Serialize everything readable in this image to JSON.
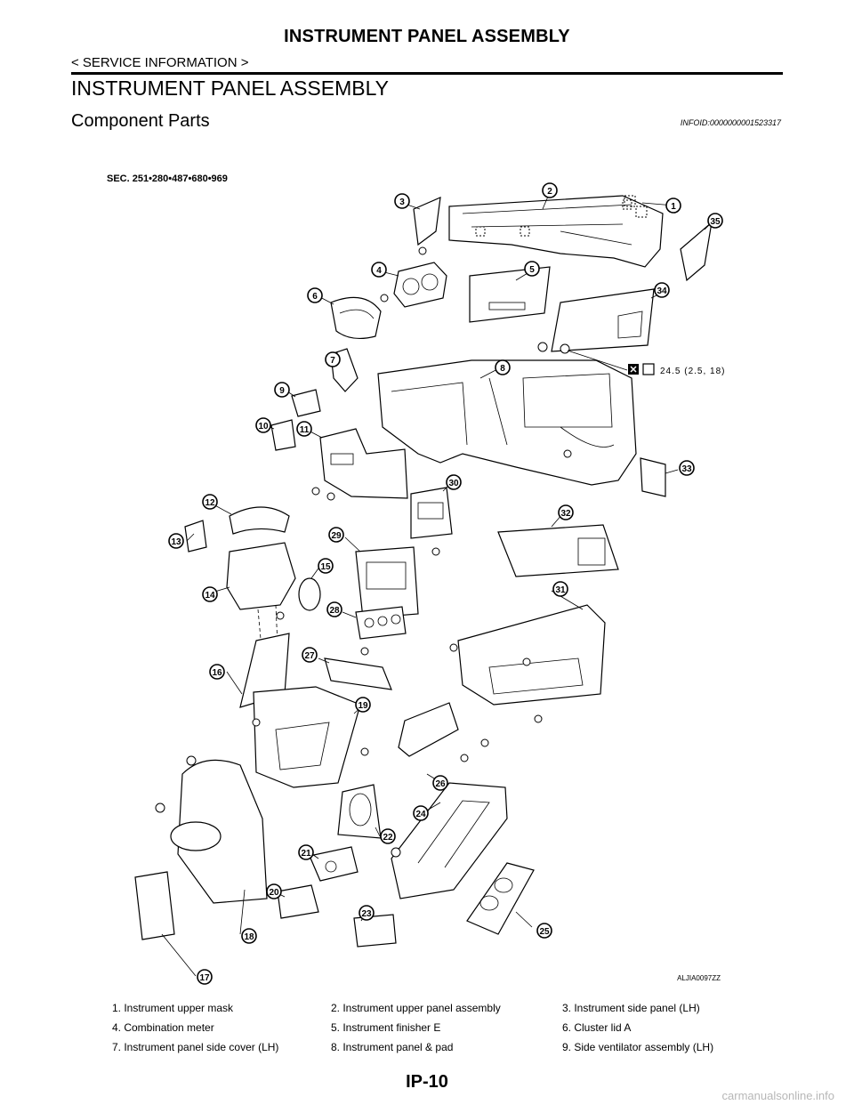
{
  "header": {
    "doc_title": "INSTRUMENT PANEL ASSEMBLY",
    "breadcrumb": "< SERVICE INFORMATION >"
  },
  "section": {
    "title": "INSTRUMENT PANEL ASSEMBLY",
    "subtitle": "Component Parts",
    "info_id": "INFOID:0000000001523317"
  },
  "diagram": {
    "sec_label": "SEC. 251•280•487•680•969",
    "torque_spec": "24.5 (2.5, 18)",
    "figure_code": "ALJIA0097ZZ",
    "callouts": [
      "1",
      "2",
      "3",
      "4",
      "5",
      "6",
      "7",
      "8",
      "9",
      "10",
      "11",
      "12",
      "13",
      "14",
      "15",
      "16",
      "17",
      "18",
      "19",
      "20",
      "21",
      "22",
      "23",
      "24",
      "25",
      "26",
      "27",
      "28",
      "29",
      "30",
      "31",
      "32",
      "33",
      "34",
      "35"
    ]
  },
  "legend": [
    [
      "1.    Instrument upper mask",
      "2.    Instrument upper panel assembly",
      "3.    Instrument side panel (LH)"
    ],
    [
      "4.    Combination meter",
      "5.    Instrument finisher E",
      "6.    Cluster lid A"
    ],
    [
      "7.    Instrument panel side cover (LH)",
      "8.    Instrument panel & pad",
      "9.    Side ventilator assembly (LH)"
    ]
  ],
  "footer": {
    "page_number": "IP-10",
    "watermark": "carmanualsonline.info"
  }
}
